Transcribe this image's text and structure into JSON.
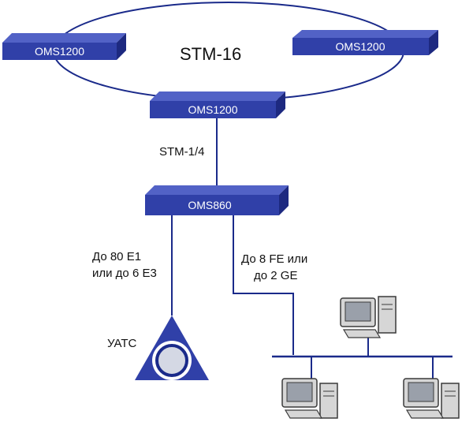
{
  "colors": {
    "device_front": "#3040a8",
    "device_top": "#5262c6",
    "device_side": "#1d2980",
    "line": "#1a2a8a",
    "pc_body": "#d6d6d6",
    "pc_screen": "#9aa0aa"
  },
  "ring": {
    "label": "STM-16"
  },
  "devices": {
    "oms_left": "OMS1200",
    "oms_right": "OMS1200",
    "oms_center": "OMS1200",
    "oms860": "OMS860"
  },
  "links": {
    "uplink": "STM-1/4",
    "e1_line1": "До 80 E1",
    "e1_line2": "или до 6 E3",
    "fe_line1": "До 8 FE или",
    "fe_line2": "до 2 GE"
  },
  "pbx": {
    "label": "УАТС",
    "icon": "pbx-triangle-icon"
  },
  "lan": {
    "icon": "workstation-icon",
    "workstation_count": 3
  }
}
